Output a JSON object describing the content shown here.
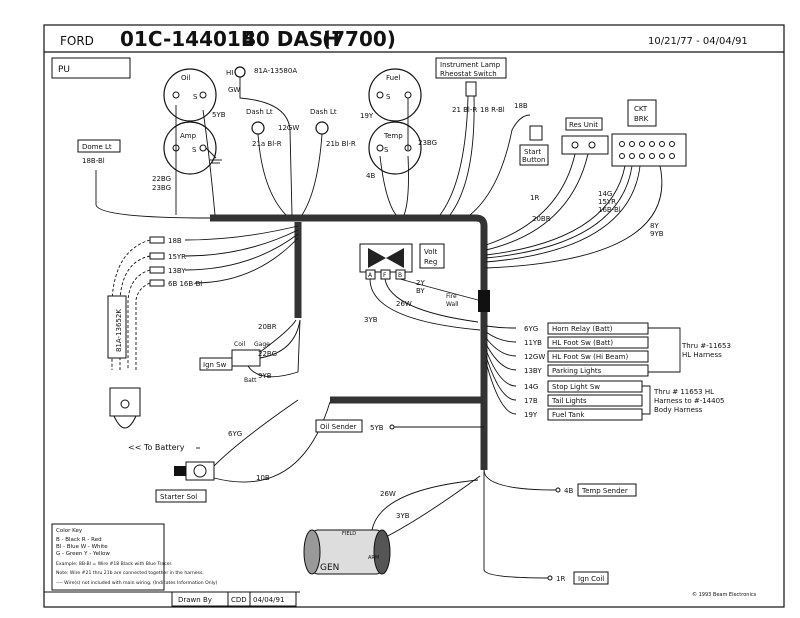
{
  "header": {
    "make": "FORD",
    "part_number": "01C-14401B",
    "title": "40 DASH",
    "code": "(7700)",
    "dates": "10/21/77 - 04/04/91"
  },
  "model_box": "PU",
  "gauges": {
    "oil": {
      "name": "Oil",
      "s": "S",
      "wire": "5YB"
    },
    "amp": {
      "name": "Amp",
      "s": "S"
    },
    "fuel": {
      "name": "Fuel",
      "s": "S",
      "wire": "19Y"
    },
    "temp": {
      "name": "Temp",
      "s": "S",
      "wire": "23BG"
    }
  },
  "hi_beam": {
    "label": "HI",
    "part": "81A-13580A",
    "wire": "GW"
  },
  "dash_lights": {
    "left": "Dash Lt",
    "right": "Dash Lt",
    "left_wire": "21a Bl-R",
    "right_wire": "21b Bl-R",
    "center_wire": "12GW"
  },
  "instrument_lamp": {
    "line1": "Instrument Lamp",
    "line2": "Rheostat Switch",
    "wire_a": "21 Bl-R",
    "wire_b": "18 R-Bl"
  },
  "start_button": {
    "line1": "Start",
    "line2": "Button",
    "wire": "18B"
  },
  "res_unit": "Res Unit",
  "ckt_brk": {
    "line1": "CKT",
    "line2": "BRK"
  },
  "dome_lt": {
    "label": "Dome Lt",
    "wire": "18B-Bl"
  },
  "amp_wires": {
    "a": "22BG",
    "b": "23BG",
    "c": "4B"
  },
  "breaker_wires": {
    "a": "1R",
    "b": "20BR",
    "c": "14G",
    "d": "15YR",
    "e": "16B-Bl",
    "f": "8Y",
    "g": "9YB"
  },
  "left_conn": [
    {
      "label": "18B"
    },
    {
      "label": "15YR"
    },
    {
      "label": "13BY"
    },
    {
      "label": "6B 16B-Bl"
    }
  ],
  "lamp_harness": "81A-13652K",
  "volt_reg": {
    "line1": "Volt",
    "line2": "Reg",
    "a": "A",
    "f": "F",
    "b": "B"
  },
  "reg_wires": {
    "a": "2Y",
    "b": "BY",
    "c": "26W",
    "d": "3YB"
  },
  "fire_wall": {
    "line1": "Fire",
    "line2": "Wall"
  },
  "ign_sw": {
    "label": "Ign Sw",
    "coil": "Coil",
    "gage": "Gage",
    "batt": "Batt",
    "w1": "20BR",
    "w2": "22BG",
    "w3": "9YB"
  },
  "to_battery": "<< To Battery",
  "starter": {
    "label": "Starter Sol",
    "w1": "6YG",
    "w2": "10B"
  },
  "oil_sender": {
    "label": "Oil Sender",
    "wire": "5YB"
  },
  "right_circuits": [
    {
      "wire": "6YG",
      "label": "Horn Relay (Batt)"
    },
    {
      "wire": "11YB",
      "label": "HL Foot Sw (Batt)"
    },
    {
      "wire": "12GW",
      "label": "HL Foot Sw (Hi Beam)"
    },
    {
      "wire": "13BY",
      "label": "Parking Lights"
    },
    {
      "wire": "14G",
      "label": "Stop Light Sw"
    },
    {
      "wire": "17B",
      "label": "Tail Lights"
    },
    {
      "wire": "19Y",
      "label": "Fuel Tank"
    }
  ],
  "hl_harness_note": {
    "l1": "Thru #-11653",
    "l2": "HL Harness"
  },
  "body_harness_note": {
    "l1": "Thru # 11653 HL",
    "l2": "Harness to #-14405",
    "l3": "Body Harness"
  },
  "temp_sender": {
    "wire": "4B",
    "label": "Temp Sender"
  },
  "gen": {
    "label": "GEN",
    "field": "FIELD",
    "arm": "ARM",
    "w1": "26W",
    "w2": "3YB"
  },
  "ign_coil": {
    "wire": "1R",
    "label": "Ign Coil"
  },
  "color_key": {
    "title": "Color Key",
    "rows": [
      "B - Black   R - Red",
      "Bl - Blue   W - White",
      "G - Green   Y - Yellow"
    ],
    "example": "Example: 8B-Bl = Wire #18 Black with Blue Tracer.",
    "note": "Note: Wire #21 thru 21b are connected together in the harness.",
    "dashed": "---- Wire(s) not included with main wiring. (Indicates Information Only)"
  },
  "footer": {
    "drawn_by": "Drawn By",
    "initials": "CDD",
    "date": "04/04/91",
    "copyright": "© 1993 Beam Electronics"
  }
}
